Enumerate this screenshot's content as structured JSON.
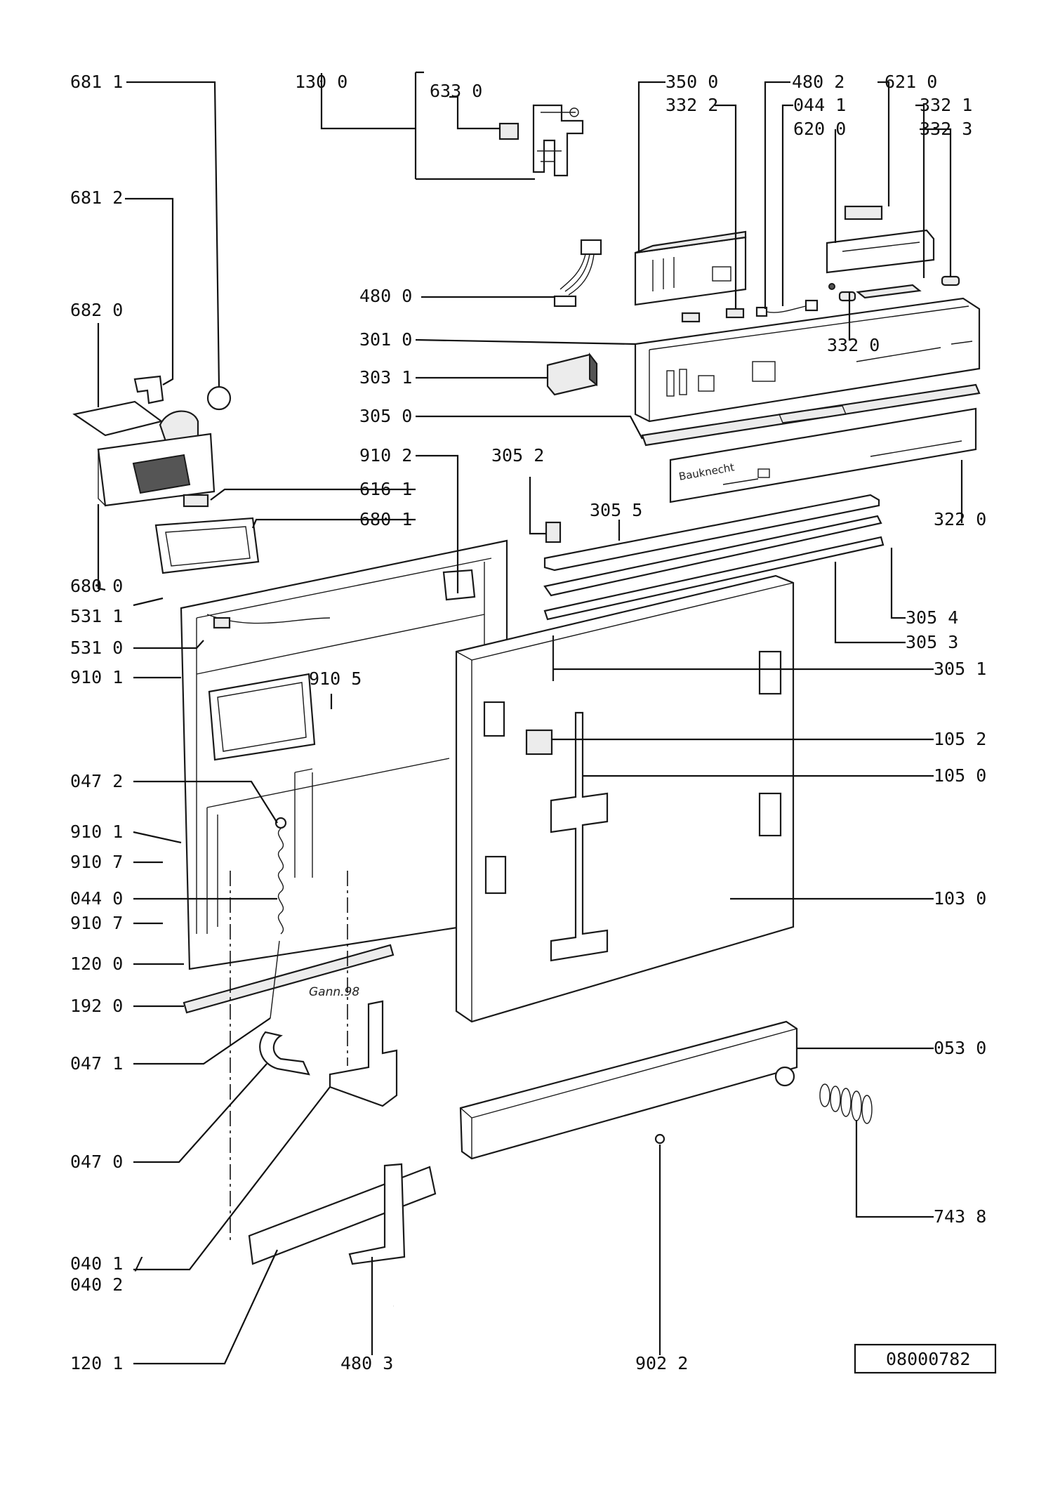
{
  "labels": {
    "p6811": "681 1",
    "p1300": "130 0",
    "p6330": "633 0",
    "p3500": "350 0",
    "p4802": "480 2",
    "p6210": "621 0",
    "p3322": "332 2",
    "p0441": "044 1",
    "p3321": "332 1",
    "p6200": "620 0",
    "p3323": "332 3",
    "p6812": "681 2",
    "p4800": "480 0",
    "p6820": "682 0",
    "p3010": "301 0",
    "p3320": "332 0",
    "p3031": "303 1",
    "p3050": "305 0",
    "p9102": "910 2",
    "p3052": "305 2",
    "p6161": "616 1",
    "p3055": "305 5",
    "p6801": "680 1",
    "p3220": "322 0",
    "p6800": "680 0",
    "p5311": "531 1",
    "p3054": "305 4",
    "p5310": "531 0",
    "p3053": "305 3",
    "p9101a": "910 1",
    "p9105": "910 5",
    "p3051": "305 1",
    "p1052": "105 2",
    "p0472": "047 2",
    "p1050": "105 0",
    "p9101b": "910 1",
    "p9107a": "910 7",
    "p0440": "044 0",
    "p1030": "103 0",
    "p9107b": "910 7",
    "p1200": "120 0",
    "p1920": "192 0",
    "p0530": "053 0",
    "p0471": "047 1",
    "p0470": "047 0",
    "p7438": "743 8",
    "p4011": "040 1 /",
    "p0402": "040 2",
    "p1201": "120 1",
    "p4803": "480 3",
    "p9022": "902 2"
  },
  "diagram_number": "08000782",
  "brand_text": "Bauknecht",
  "date_stamp": "Gann.98"
}
